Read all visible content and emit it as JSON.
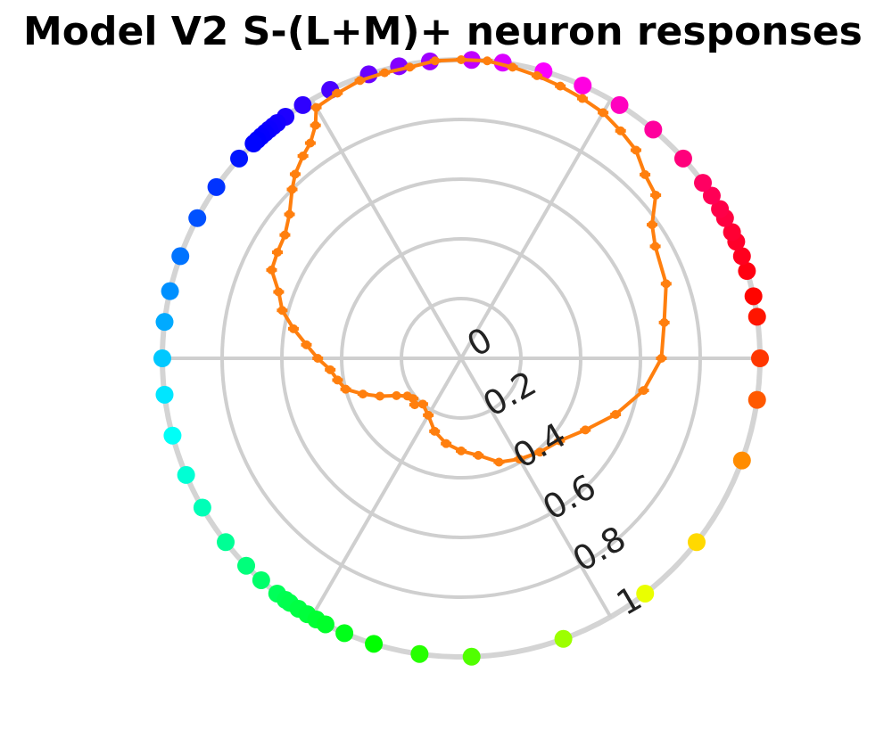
{
  "chart_data": {
    "type": "polar-line",
    "title": "Model V2 S-(L+M)+ neuron responses",
    "rlim": [
      0,
      1
    ],
    "r_ticks": [
      "0",
      "0.2",
      "0.4",
      "0.6",
      "0.8",
      "1"
    ],
    "r_tick_angle_deg": -60,
    "theta_grid_deg": [
      0,
      60,
      120,
      180,
      240,
      300
    ],
    "grid": true,
    "line_color": "#ff7f0e",
    "response": {
      "theta_deg": [
        0,
        10,
        20,
        30,
        35,
        40,
        45,
        50,
        55,
        60,
        65,
        70,
        75,
        80,
        85,
        90,
        95,
        100,
        105,
        110,
        115,
        120,
        122,
        125,
        128,
        132,
        135,
        140,
        145,
        150,
        155,
        160,
        165,
        170,
        175,
        180,
        185,
        190,
        195,
        200,
        205,
        210,
        215,
        220,
        225,
        230,
        240,
        250,
        260,
        270,
        280,
        290,
        300,
        310,
        320,
        330,
        340,
        350
      ],
      "r": [
        0.67,
        0.69,
        0.73,
        0.75,
        0.78,
        0.85,
        0.87,
        0.91,
        0.93,
        0.95,
        0.96,
        0.97,
        0.98,
        0.99,
        1.0,
        1.0,
        1.0,
        0.99,
        0.99,
        0.99,
        0.98,
        0.97,
        0.92,
        0.88,
        0.86,
        0.83,
        0.8,
        0.75,
        0.72,
        0.71,
        0.7,
        0.65,
        0.62,
        0.57,
        0.52,
        0.48,
        0.44,
        0.42,
        0.4,
        0.35,
        0.3,
        0.25,
        0.22,
        0.21,
        0.22,
        0.2,
        0.22,
        0.26,
        0.29,
        0.31,
        0.33,
        0.37,
        0.39,
        0.41,
        0.43,
        0.48,
        0.55,
        0.62
      ]
    },
    "stimulus_hues_deg": [
      0,
      8,
      12,
      17,
      20,
      23,
      25,
      28,
      30,
      33,
      36,
      42,
      50,
      58,
      66,
      74,
      82,
      88,
      96,
      102,
      108,
      116,
      122,
      126,
      128,
      129,
      130,
      131,
      132,
      133,
      134,
      138,
      145,
      152,
      160,
      167,
      173,
      180,
      187,
      195,
      203,
      210,
      218,
      224,
      228,
      232,
      234,
      235,
      237,
      239,
      241,
      243,
      247,
      253,
      262,
      272,
      290,
      308,
      322,
      340,
      352
    ],
    "stimulus_r": 1.0
  }
}
